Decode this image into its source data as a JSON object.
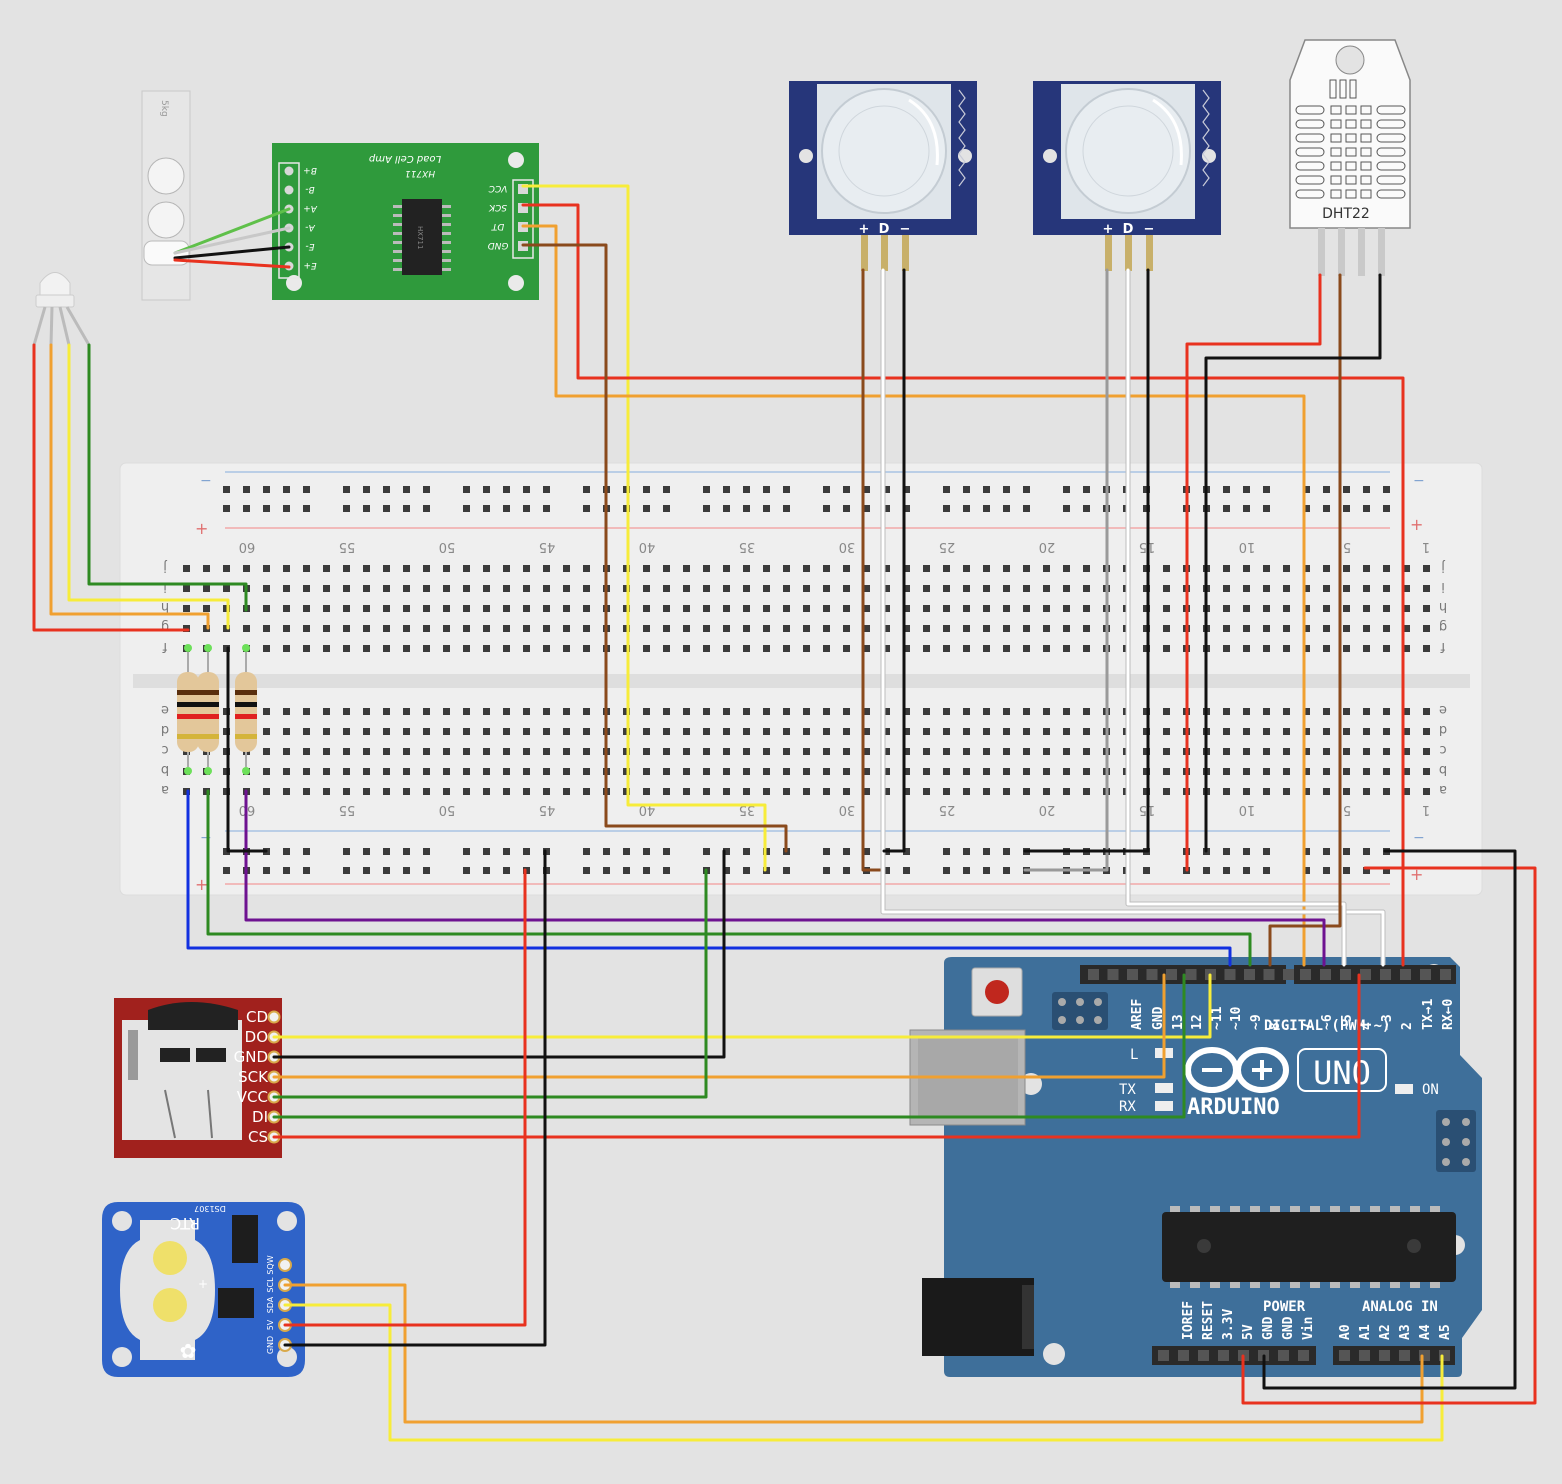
{
  "load_cell": {
    "label": "5kg"
  },
  "hx711": {
    "title": "Load Cell Amp",
    "chip": "HX711",
    "ic_label": "HX711",
    "left_pins": [
      "B+",
      "B-",
      "A+",
      "A-",
      "E-",
      "E+"
    ],
    "right_pins": [
      "VCC",
      "SCK",
      "DT",
      "GND"
    ]
  },
  "pir_sensors": [
    {
      "pins": [
        "+",
        "D",
        "−"
      ]
    },
    {
      "pins": [
        "+",
        "D",
        "−"
      ]
    }
  ],
  "dht22": {
    "label": "DHT22"
  },
  "breadboard": {
    "top_numbers": [
      "60",
      "55",
      "50",
      "45",
      "40",
      "35",
      "30",
      "25",
      "20",
      "15",
      "10",
      "5",
      "1"
    ],
    "bottom_numbers": [
      "60",
      "55",
      "50",
      "45",
      "40",
      "35",
      "30",
      "25",
      "20",
      "15",
      "10",
      "5",
      "1"
    ],
    "row_letters_top": [
      "j",
      "i",
      "h",
      "g",
      "f"
    ],
    "row_letters_bottom": [
      "e",
      "d",
      "c",
      "b",
      "a"
    ],
    "plus_sign": "+",
    "minus_sign": "−"
  },
  "sd_card": {
    "pins": [
      "CD",
      "DO",
      "GND",
      "SCK",
      "VCC",
      "DI",
      "CS"
    ]
  },
  "rtc": {
    "title": "RTC",
    "chip": "DS1307",
    "pins": [
      "SQW",
      "SCL",
      "SDA",
      "5V",
      "GND"
    ]
  },
  "arduino": {
    "brand": "ARDUINO",
    "model": "UNO",
    "digital_label": "DIGITAL (PWM ~)",
    "digital_pins": [
      "AREF",
      "GND",
      "13",
      "12",
      "~11",
      "~10",
      "~9",
      "8",
      "7",
      "~6",
      "~5",
      "4",
      "~3",
      "2",
      "TX→1",
      "RX←0"
    ],
    "power_label": "POWER",
    "power_pins": [
      "IOREF",
      "RESET",
      "3.3V",
      "5V",
      "GND",
      "GND",
      "Vin"
    ],
    "analog_label": "ANALOG IN",
    "analog_pins": [
      "A0",
      "A1",
      "A2",
      "A3",
      "A4",
      "A5"
    ],
    "led_l": "L",
    "led_tx": "TX",
    "led_rx": "RX",
    "led_on": "ON"
  },
  "colors": {
    "background": "#e3e3e3",
    "breadboard": "#efefef",
    "arduino_board": "#3e6f9a",
    "hx711_board": "#2f9a3c",
    "pir_board": "#26367a",
    "sd_board": "#a1211d",
    "rtc_board": "#2f63c8",
    "wire_red": "#e8321f",
    "wire_black": "#111111",
    "wire_yellow": "#f7ec3a",
    "wire_orange": "#f0a030",
    "wire_green": "#2e8a22",
    "wire_brown": "#8a4a1c",
    "wire_blue": "#1230e0",
    "wire_purple": "#6e1290",
    "wire_white": "#ffffff",
    "wire_gray": "#9a9a9a"
  }
}
